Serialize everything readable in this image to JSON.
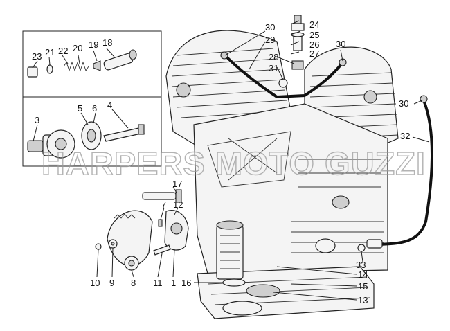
{
  "watermark": "HARPERS MOTO GUZZI",
  "callouts": [
    "30",
    "29",
    "24",
    "25",
    "26",
    "27",
    "28",
    "31",
    "30",
    "23",
    "21",
    "22",
    "20",
    "19",
    "18",
    "3",
    "5",
    "6",
    "4",
    "30",
    "32",
    "17",
    "7",
    "12",
    "33",
    "14",
    "15",
    "16",
    "13",
    "10",
    "9",
    "8",
    "11",
    "1"
  ]
}
